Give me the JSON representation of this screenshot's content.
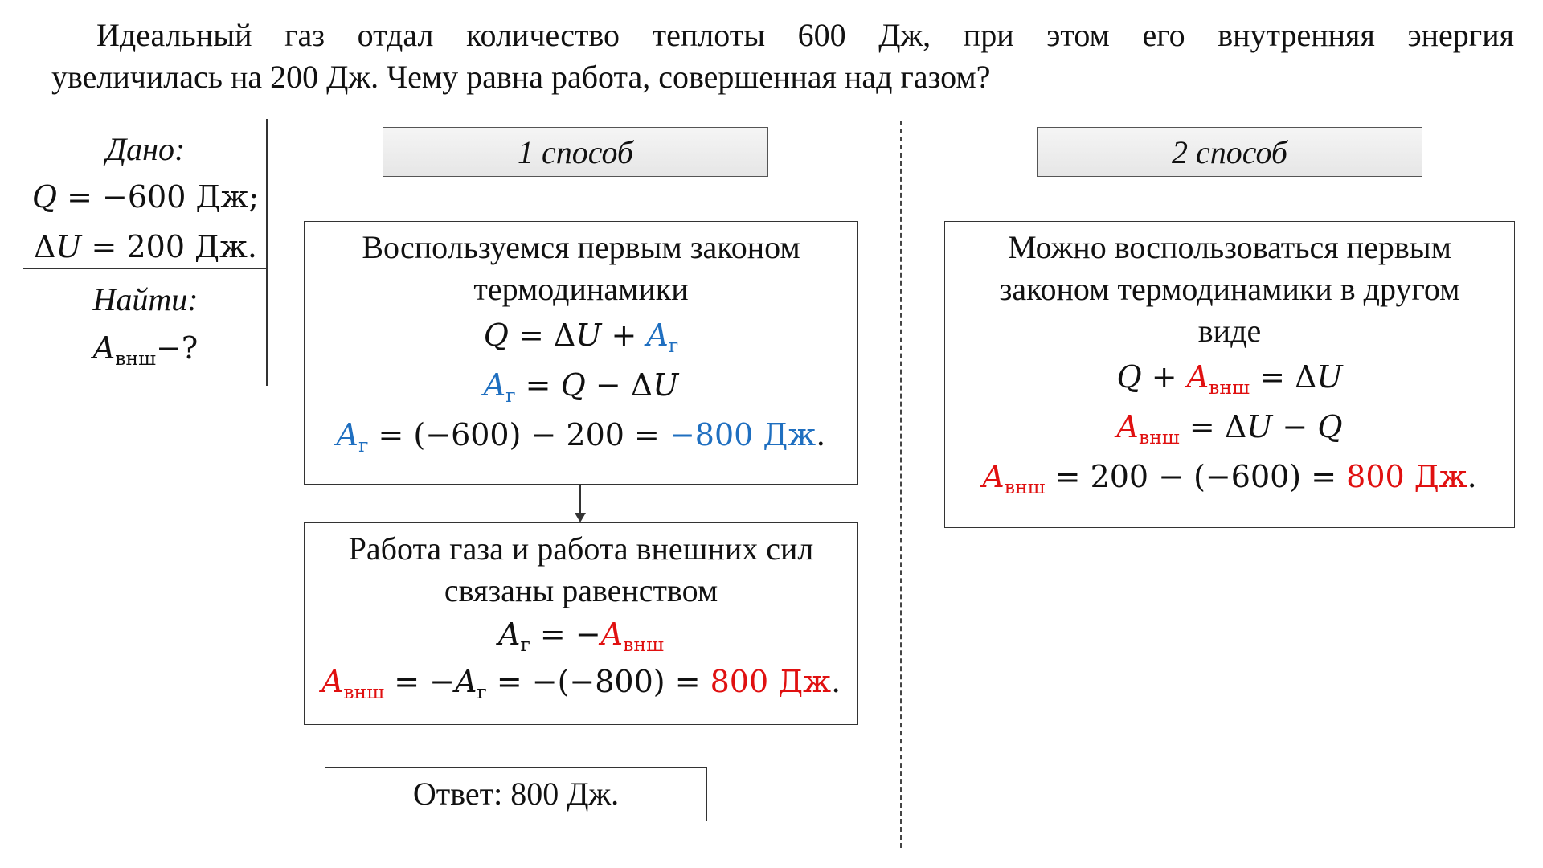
{
  "problem": {
    "line1": "Идеальный газ отдал количество теплоты 600 Дж, при этом его внутренняя энергия",
    "line2": "увеличилась на 200 Дж. Чему равна работа, совершенная над газом?"
  },
  "given": {
    "header": "Дано:",
    "q_value": "−600 Дж;",
    "du_value": "200 Дж."
  },
  "find": {
    "header": "Найти:",
    "suffix": "−?"
  },
  "symbols": {
    "Q": "Q",
    "dU": "ΔU",
    "A": "A",
    "gas_sub": "г",
    "ext_sub": "внш"
  },
  "method1": {
    "tab": "1 способ",
    "box1_text": "Воспользуемся первым законом термодинамики",
    "eq3_middle": "(−600) − 200",
    "eq3_result": "−800 Дж",
    "box2_text": "Работа газа и работа внешних сил связаны равенством",
    "eq5_middle": "−(−800)",
    "eq5_result": "800 Дж"
  },
  "method2": {
    "tab": "2 способ",
    "box_text": "Можно воспользоваться первым законом термодинамики в другом виде",
    "eq3_middle": "200 − (−600)",
    "eq3_result": "800 Дж"
  },
  "answer": {
    "label": "Ответ:",
    "value": "800 Дж."
  },
  "colors": {
    "gas_work": "#1f6fc0",
    "external_work": "#e01010"
  }
}
